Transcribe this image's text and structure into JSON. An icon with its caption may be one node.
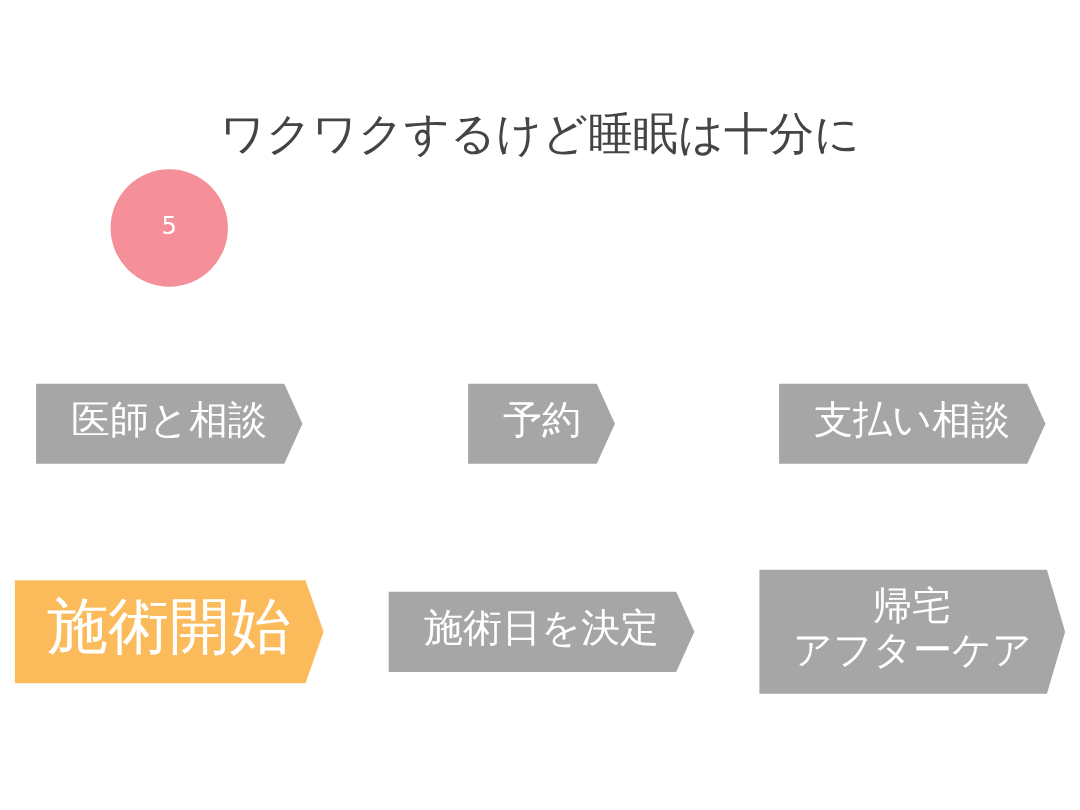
{
  "diagram": {
    "title": "ワクワクするけど睡眠は十分に",
    "nodes": [
      {
        "text": [
          "5"
        ]
      },
      {
        "text": [
          "予約"
        ]
      },
      {
        "text": [
          "医師と相談"
        ]
      },
      {
        "text": [
          "支払い相談"
        ]
      },
      {
        "text": [
          "施術日を決定"
        ]
      },
      {
        "text": [
          "施術開始"
        ]
      },
      {
        "text": [
          "帰宅",
          "アフターケア"
        ]
      }
    ]
  }
}
